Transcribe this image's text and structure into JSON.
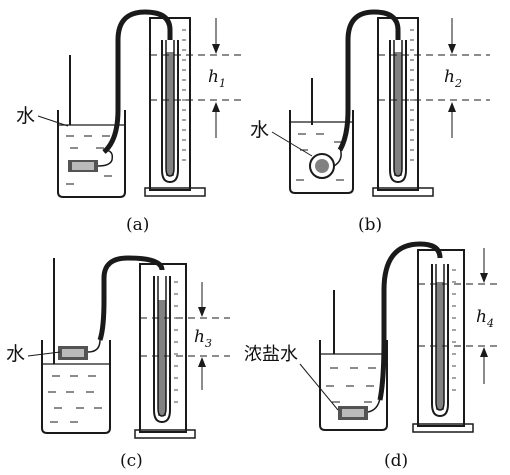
{
  "panels": [
    {
      "id": "a",
      "caption": "(a)",
      "liquid_label": "水",
      "height_label": "h",
      "height_subscript": "1"
    },
    {
      "id": "b",
      "caption": "(b)",
      "liquid_label": "水",
      "height_label": "h",
      "height_subscript": "2"
    },
    {
      "id": "c",
      "caption": "(c)",
      "liquid_label": "水",
      "height_label": "h",
      "height_subscript": "3"
    },
    {
      "id": "d",
      "caption": "(d)",
      "liquid_label": "浓盐水",
      "height_label": "h",
      "height_subscript": "4"
    }
  ],
  "colors": {
    "ink": "#1a1a1a",
    "background": "#ffffff"
  }
}
